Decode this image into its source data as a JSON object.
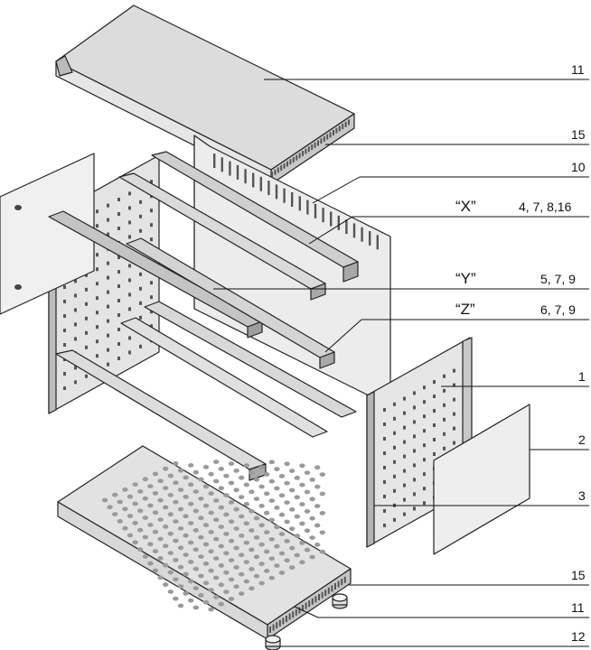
{
  "diagram": {
    "callouts": [
      {
        "id": "c11a",
        "text": "11"
      },
      {
        "id": "c15a",
        "text": "15"
      },
      {
        "id": "c10",
        "text": "10"
      },
      {
        "id": "cX",
        "text": "“X”"
      },
      {
        "id": "cXn",
        "text": "4, 7, 8,16"
      },
      {
        "id": "cY",
        "text": "“Y”"
      },
      {
        "id": "cYn",
        "text": "5, 7, 9"
      },
      {
        "id": "cZ",
        "text": "“Z”"
      },
      {
        "id": "cZn",
        "text": "6, 7, 9"
      },
      {
        "id": "c1",
        "text": "1"
      },
      {
        "id": "c2",
        "text": "2"
      },
      {
        "id": "c3",
        "text": "3"
      },
      {
        "id": "c15b",
        "text": "15"
      },
      {
        "id": "c11b",
        "text": "11"
      },
      {
        "id": "c12",
        "text": "12"
      }
    ],
    "colors": {
      "line": "#111111",
      "panel_light": "#ececec",
      "panel_mid": "#d6d6d6",
      "panel_dark": "#b8b8b8",
      "hole": "#555555"
    }
  }
}
